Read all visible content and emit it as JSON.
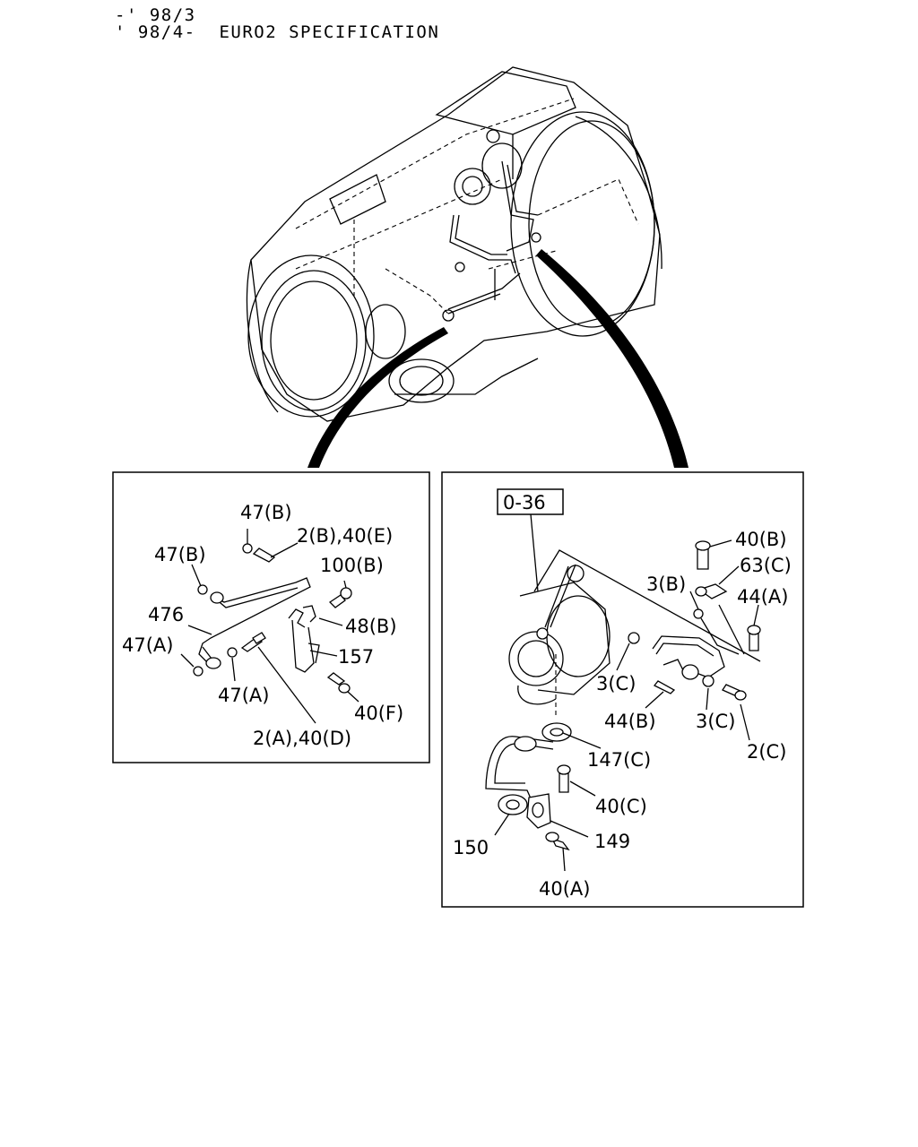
{
  "header": {
    "line1": "-' 98/3",
    "line2": "' 98/4-  EURO2 SPECIFICATION"
  },
  "left_panel": {
    "labels": {
      "l47b_top": "47(B)",
      "l2b40e": "2(B),40(E)",
      "l47b_left": "47(B)",
      "l100b": "100(B)",
      "l476": "476",
      "l48b": "48(B)",
      "l47a_left": "47(A)",
      "l157": "157",
      "l47a_bot": "47(A)",
      "l40f": "40(F)",
      "l2a40d": "2(A),40(D)"
    }
  },
  "right_panel": {
    "ref_box": "0-36",
    "labels": {
      "l40b": "40(B)",
      "l63c": "63(C)",
      "l3b": "3(B)",
      "l44a": "44(A)",
      "l3c_a": "3(C)",
      "l44b": "44(B)",
      "l3c_b": "3(C)",
      "l2c": "2(C)",
      "l147c": "147(C)",
      "l40c": "40(C)",
      "l149": "149",
      "l150": "150",
      "l40a": "40(A)"
    }
  },
  "colors": {
    "ink": "#000000",
    "paper": "#ffffff"
  }
}
